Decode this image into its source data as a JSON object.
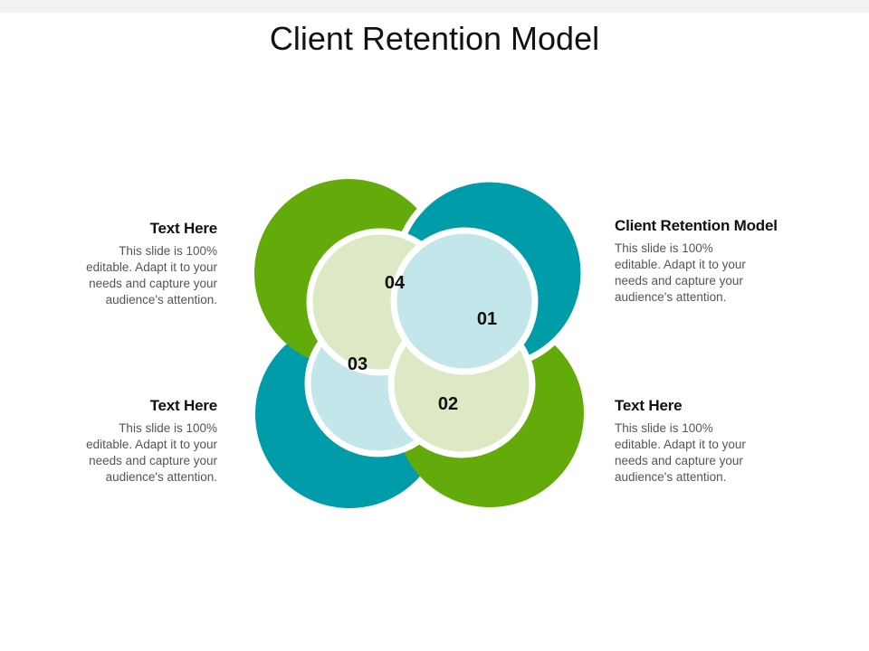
{
  "slide": {
    "title": "Client Retention Model"
  },
  "colors": {
    "green": "#63ab0a",
    "teal": "#009ca9",
    "light_green": "#dde9c4",
    "light_teal": "#c2e6ea",
    "gap": "#ffffff"
  },
  "segments": [
    {
      "number": "01",
      "color": "teal",
      "position": "top-right"
    },
    {
      "number": "02",
      "color": "green",
      "position": "bottom-right"
    },
    {
      "number": "03",
      "color": "teal",
      "position": "bottom-left"
    },
    {
      "number": "04",
      "color": "green",
      "position": "top-left"
    }
  ],
  "text_blocks": {
    "top_left": {
      "title": "Text Here",
      "lines": [
        "This slide is 100%",
        "editable. Adapt it to your",
        "needs and capture your",
        "audience's attention."
      ]
    },
    "top_right": {
      "title": "Client Retention Model",
      "lines": [
        "This slide is 100%",
        "editable. Adapt it to your",
        "needs and capture your",
        "audience's attention."
      ]
    },
    "bottom_left": {
      "title": "Text Here",
      "lines": [
        "This slide is 100%",
        "editable. Adapt it to your",
        "needs and capture your",
        "audience's attention."
      ]
    },
    "bottom_right": {
      "title": "Text Here",
      "lines": [
        "This slide is 100%",
        "editable. Adapt it to your",
        "needs and capture your",
        "audience's attention."
      ]
    }
  }
}
